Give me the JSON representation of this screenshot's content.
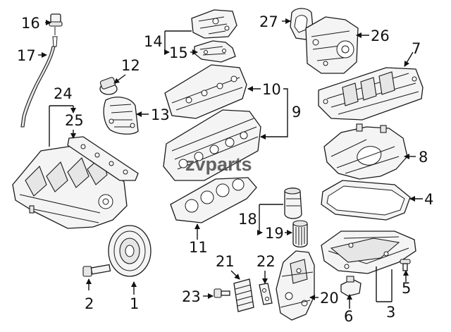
{
  "watermark": "zvparts",
  "callouts": {
    "c1": "1",
    "c2": "2",
    "c3": "3",
    "c4": "4",
    "c5": "5",
    "c6": "6",
    "c7": "7",
    "c8": "8",
    "c9": "9",
    "c10": "10",
    "c11": "11",
    "c12": "12",
    "c13": "13",
    "c14": "14",
    "c15": "15",
    "c16": "16",
    "c17": "17",
    "c18": "18",
    "c19": "19",
    "c20": "20",
    "c21": "21",
    "c22": "22",
    "c23": "23",
    "c24": "24",
    "c25": "25",
    "c26": "26",
    "c27": "27"
  }
}
